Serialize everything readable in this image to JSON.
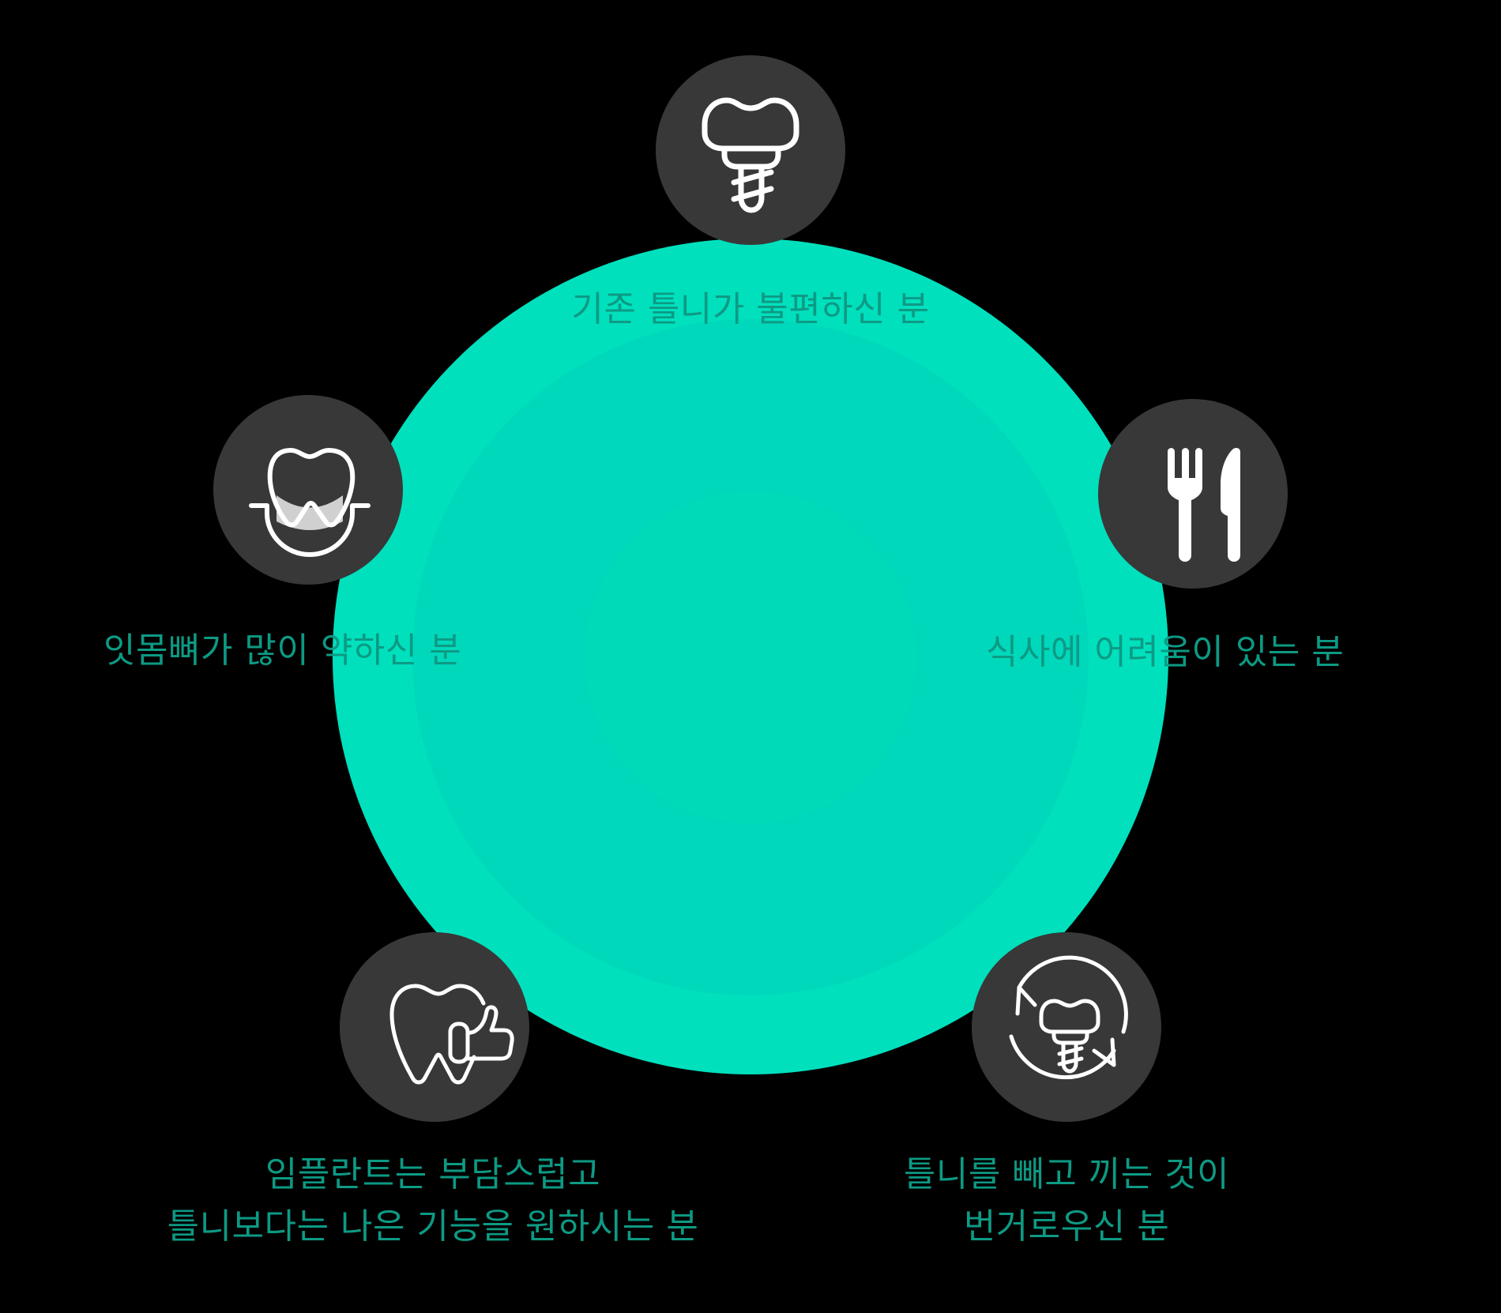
{
  "colors": {
    "background": "#000000",
    "outer_circle": "#00e0bd",
    "inner_circle": "#00d8bb",
    "icon_circle": "#383838",
    "icon_stroke": "#ffffff",
    "label_text": "#0d9a84"
  },
  "nodes": [
    {
      "id": "top",
      "icon": "dental-implant-icon",
      "label_lines": [
        "기존 틀니가  불편하신 분"
      ]
    },
    {
      "id": "right",
      "icon": "fork-knife-icon",
      "label_lines": [
        "식사에 어려움이 있는 분"
      ]
    },
    {
      "id": "bottom-right",
      "icon": "implant-refresh-icon",
      "label_lines": [
        "틀니를 빼고 끼는 것이",
        "번거로우신 분"
      ]
    },
    {
      "id": "bottom-left",
      "icon": "tooth-thumbs-up-icon",
      "label_lines": [
        "임플란트는 부담스럽고",
        "틀니보다는 나은 기능을 원하시는 분"
      ]
    },
    {
      "id": "left",
      "icon": "tooth-gum-bone-loss-icon",
      "label_lines": [
        "잇몸뼈가 많이 약하신 분"
      ]
    }
  ]
}
